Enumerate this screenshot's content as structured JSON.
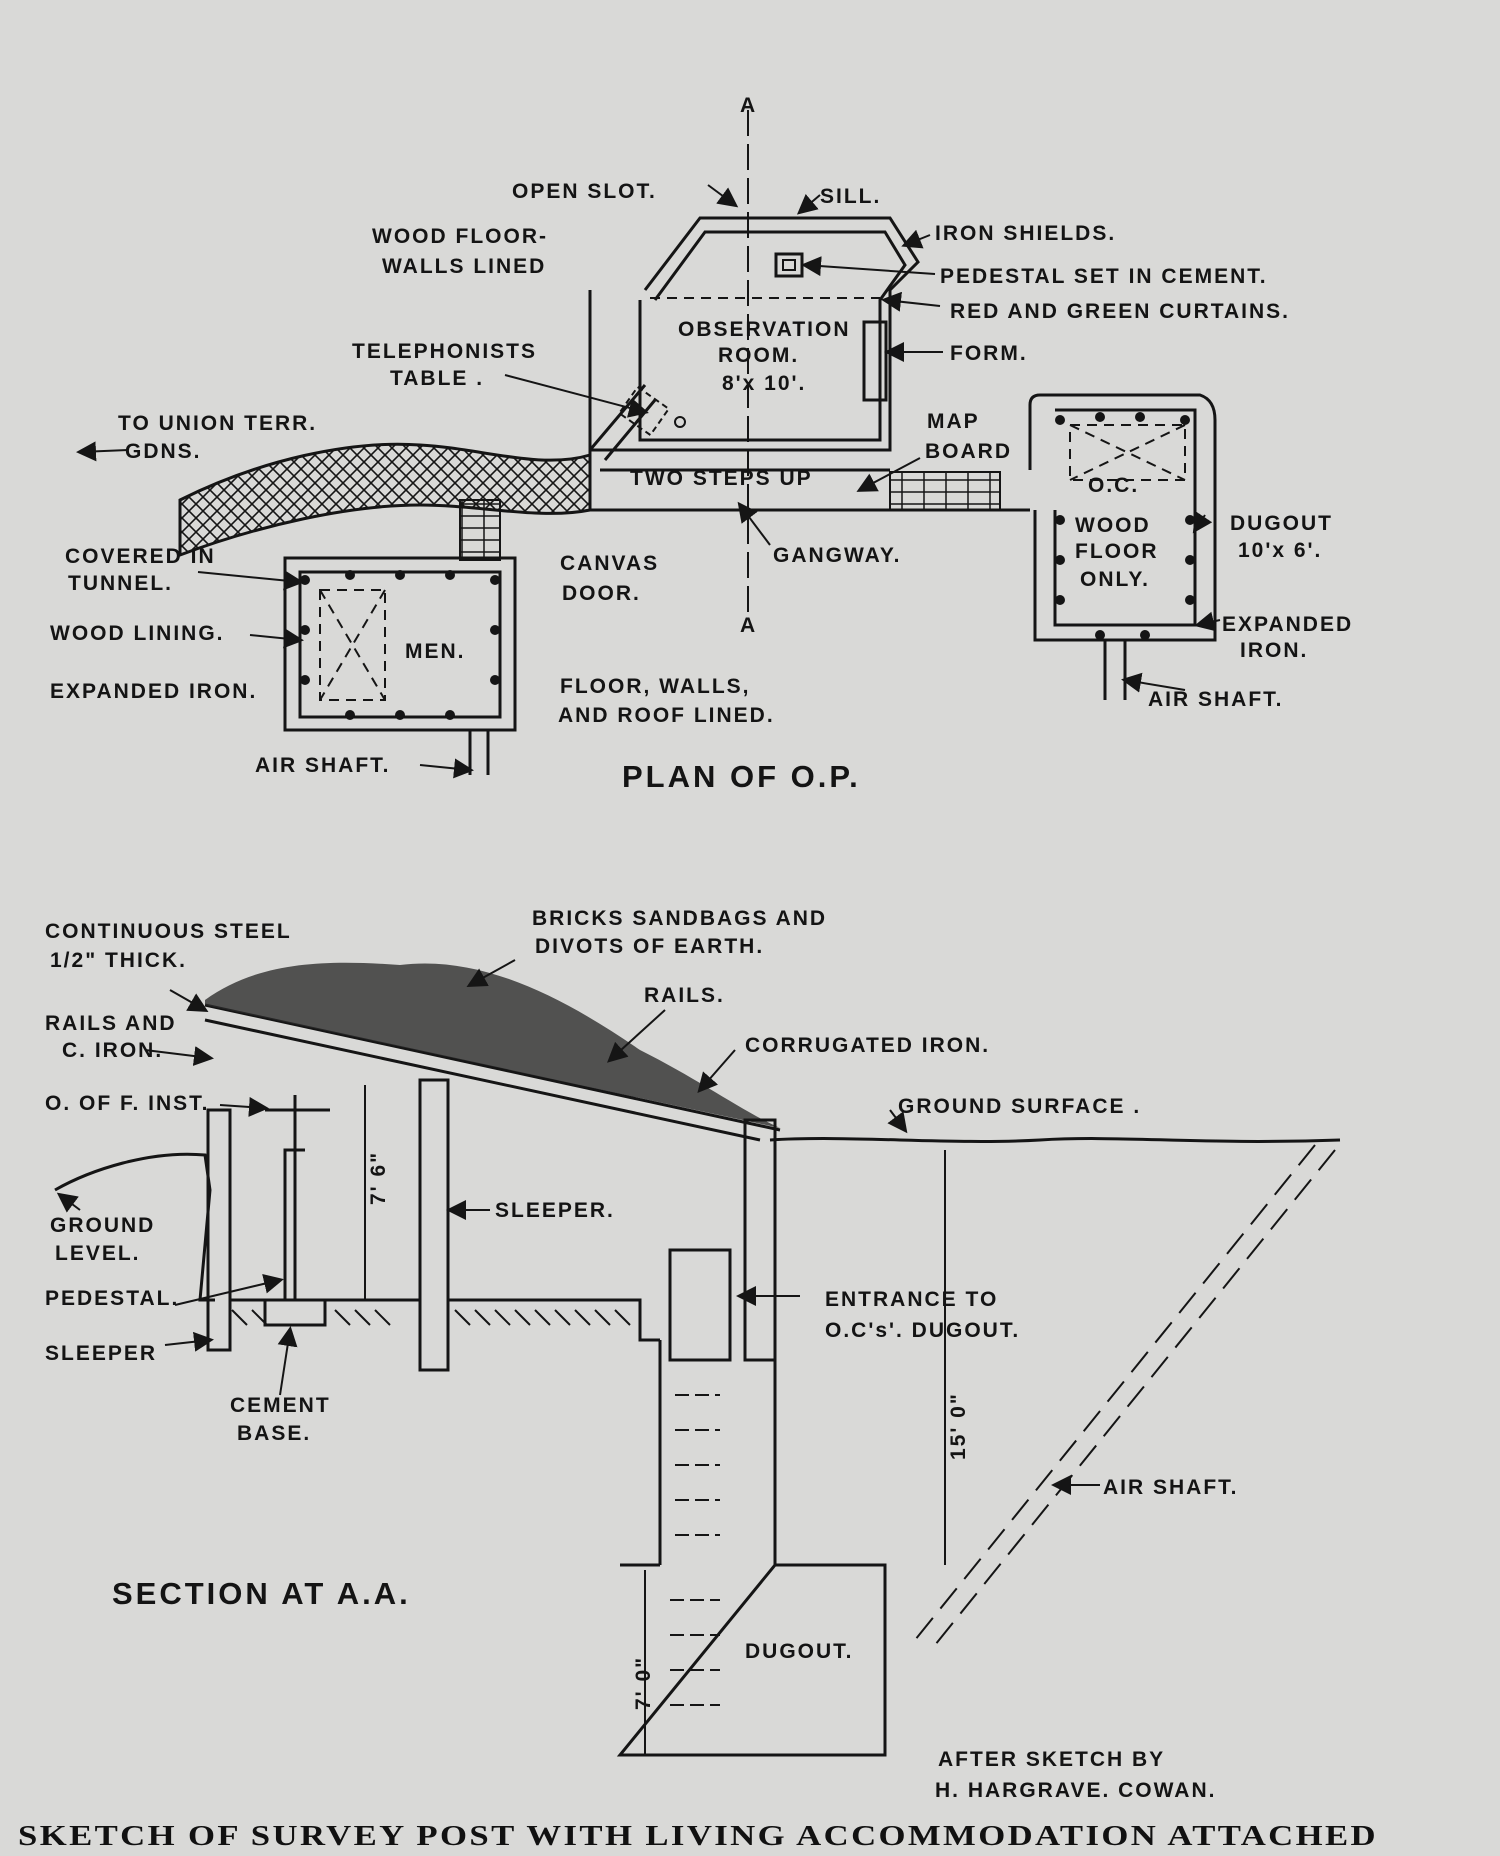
{
  "plan": {
    "title": "PLAN OF O.P.",
    "labels": {
      "open_slot": "OPEN SLOT.",
      "sill": "SILL.",
      "iron_shields": "IRON SHIELDS.",
      "pedestal_cement": "PEDESTAL SET IN CEMENT.",
      "curtains": "RED AND GREEN CURTAINS.",
      "wood_floor_1": "WOOD FLOOR-",
      "wood_floor_2": "WALLS LINED",
      "obs_room_1": "OBSERVATION",
      "obs_room_2": "ROOM.",
      "obs_room_3": "8'x 10'.",
      "form": "FORM.",
      "telephonists_1": "TELEPHONISTS",
      "telephonists_2": "TABLE .",
      "to_union_1": "TO UNION TERR.",
      "to_union_2": "GDNS.",
      "map_board_1": "MAP",
      "map_board_2": "BOARD",
      "two_steps": "TWO STEPS UP",
      "oc": "O.C.",
      "dugout_1": "DUGOUT",
      "dugout_2": "10'x 6'.",
      "wood_floor_only_1": "WOOD",
      "wood_floor_only_2": "FLOOR",
      "wood_floor_only_3": "ONLY.",
      "covered_1": "COVERED IN",
      "covered_2": "TUNNEL.",
      "canvas_1": "CANVAS",
      "canvas_2": "DOOR.",
      "gangway": "GANGWAY.",
      "expanded_iron_r1": "EXPANDED",
      "expanded_iron_r2": "IRON.",
      "wood_lining": "WOOD LINING.",
      "men": "MEN.",
      "expanded_iron_l": "EXPANDED IRON.",
      "floor_walls_1": "FLOOR, WALLS,",
      "floor_walls_2": "AND ROOF LINED.",
      "air_shaft_r": "AIR SHAFT.",
      "air_shaft_l": "AIR SHAFT.",
      "section_mark_top": "A",
      "section_mark_bottom": "A"
    }
  },
  "section": {
    "title": "SECTION AT A.A.",
    "labels": {
      "steel_1": "CONTINUOUS STEEL",
      "steel_2": "1/2\" THICK.",
      "bricks_1": "BRICKS SANDBAGS AND",
      "bricks_2": "DIVOTS OF EARTH.",
      "rails": "RAILS.",
      "rails_c_1": "RAILS AND",
      "rails_c_2": "C. IRON.",
      "corrugated": "CORRUGATED IRON.",
      "ofinst": "O. OF F. INST.",
      "ground_surface": "GROUND SURFACE .",
      "height_1": "7' 6\"",
      "ground_level_1": "GROUND",
      "ground_level_2": "LEVEL.",
      "sleeper_mid": "SLEEPER.",
      "pedestal": "PEDESTAL.",
      "entrance_1": "ENTRANCE TO",
      "entrance_2": "O.C's'. DUGOUT.",
      "sleeper_left": "SLEEPER",
      "cement_1": "CEMENT",
      "cement_2": "BASE.",
      "depth_15": "15' 0\"",
      "air_shaft": "AIR SHAFT.",
      "depth_7": "7' 0\"",
      "dugout": "DUGOUT.",
      "after_1": "AFTER SKETCH BY",
      "after_2": "H. HARGRAVE. COWAN."
    }
  },
  "caption": "SKETCH OF SURVEY POST WITH LIVING ACCOMMODATION ATTACHED"
}
